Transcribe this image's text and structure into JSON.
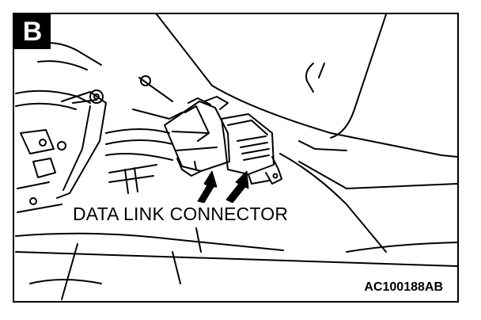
{
  "figure": {
    "section_letter": "B",
    "callout_label": "DATA LINK CONNECTOR",
    "figure_code": "AC100188AB",
    "line_color": "#000000",
    "background_color": "#ffffff"
  }
}
